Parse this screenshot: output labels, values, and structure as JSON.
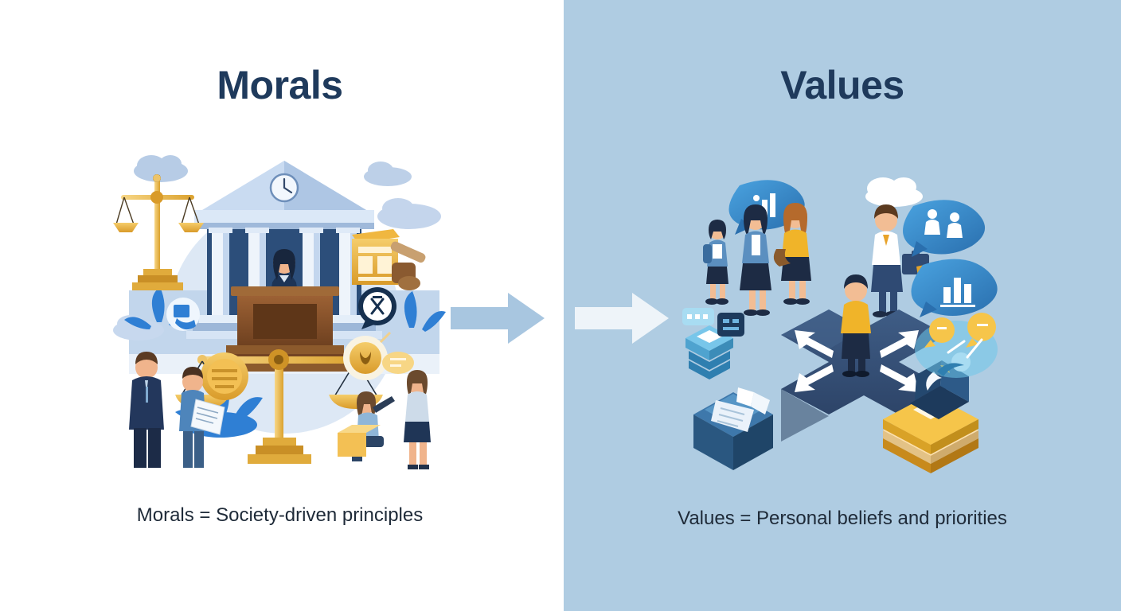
{
  "layout": {
    "background_left": "#ffffff",
    "background_right": "#afcce2",
    "title_color": "#1f3a5c",
    "caption_color": "#1e2a38",
    "arrow_left_color": "#a8c6e0",
    "arrow_right_color": "#eef4f9"
  },
  "left_panel": {
    "title": "Morals",
    "caption": "Morals = Society-driven principles",
    "illustration": {
      "name": "courthouse-justice-scene",
      "elements": [
        "courthouse-building",
        "pediment-clock",
        "judge-figure",
        "wooden-bench",
        "scales-of-justice-upper",
        "scales-of-justice-lower",
        "law-book",
        "gavel",
        "people-figures",
        "document-icon",
        "clouds",
        "plants"
      ]
    }
  },
  "right_panel": {
    "title": "Values",
    "caption": "Values = Personal beliefs and priorities",
    "illustration": {
      "name": "crossroads-choice-scene",
      "elements": [
        "crossroads-platform",
        "person-at-center",
        "direction-arrows",
        "people-group",
        "businessman-figure",
        "speech-bubble-chart",
        "speech-bubble-people",
        "speech-bubble-bars",
        "document-box",
        "book-stack-laptop",
        "idea-bubbles",
        "cloud"
      ]
    }
  },
  "center": {
    "arrow_left_name": "transition-arrow-left",
    "arrow_right_name": "transition-arrow-right"
  }
}
